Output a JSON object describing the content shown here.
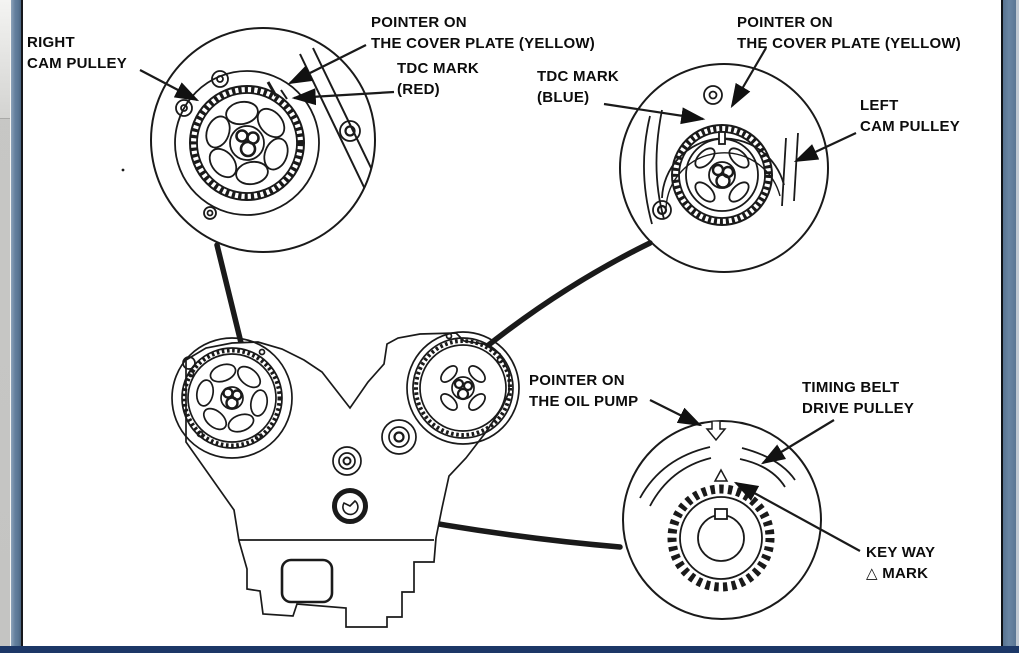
{
  "figure": {
    "title": "Engine timing belt pulley alignment diagram",
    "labels": {
      "right_cam_pulley": {
        "line1": "RIGHT",
        "line2": "CAM PULLEY"
      },
      "pointer_cover_plate_left": {
        "line1": "POINTER ON",
        "line2": "THE COVER PLATE (YELLOW)"
      },
      "tdc_mark_red": {
        "line1": "TDC MARK",
        "line2": "(RED)"
      },
      "tdc_mark_blue": {
        "line1": "TDC MARK",
        "line2": "(BLUE)"
      },
      "pointer_cover_plate_right": {
        "line1": "POINTER ON",
        "line2": "THE COVER PLATE (YELLOW)"
      },
      "left_cam_pulley": {
        "line1": "LEFT",
        "line2": "CAM PULLEY"
      },
      "pointer_oil_pump": {
        "line1": "POINTER ON",
        "line2": "THE OIL PUMP"
      },
      "timing_belt_drive_pulley": {
        "line1": "TIMING BELT",
        "line2": "DRIVE PULLEY"
      },
      "key_way_mark": {
        "line1": "KEY WAY",
        "line2": "△ MARK"
      }
    },
    "colors": {
      "ink": "#1a1a1a",
      "paper": "#ffffff",
      "frame_blue": "#5f7b9a",
      "frame_gray": "#c8c8c6",
      "bottom_bar": "#1c3767"
    }
  }
}
